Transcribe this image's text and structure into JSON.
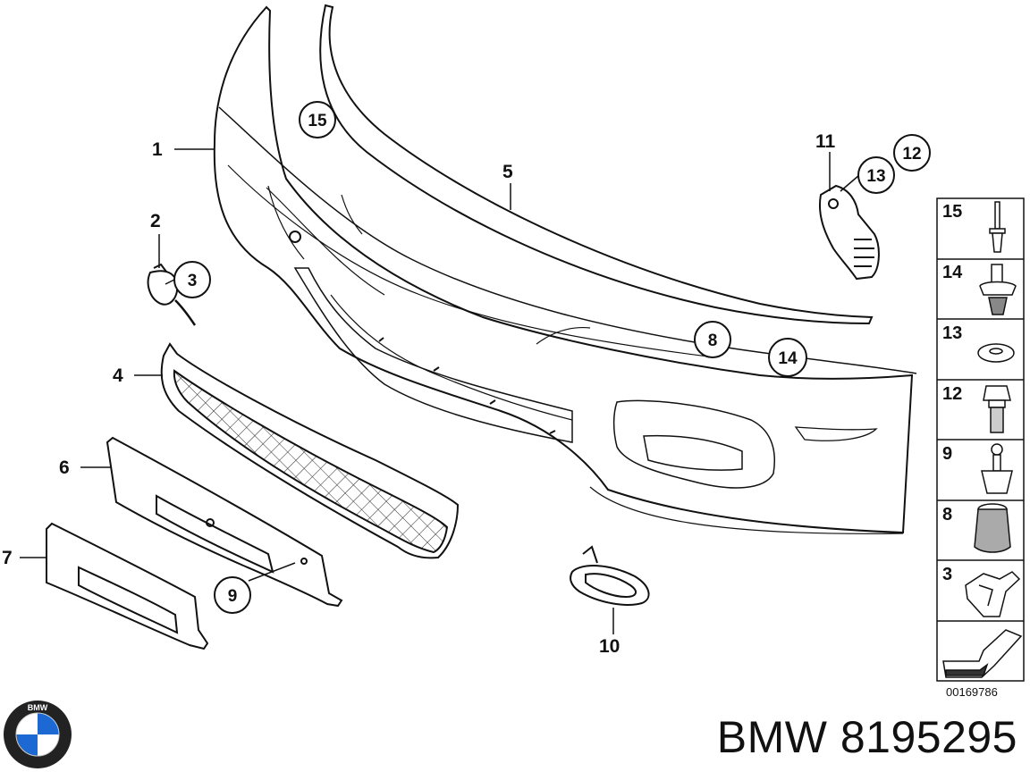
{
  "diagram": {
    "callouts": {
      "c1": "1",
      "c2": "2",
      "c3": "3",
      "c4": "4",
      "c5": "5",
      "c6": "6",
      "c7": "7",
      "c8": "8",
      "c9": "9",
      "c10": "10",
      "c11": "11",
      "c12": "12",
      "c13": "13",
      "c14": "14",
      "c15": "15"
    },
    "side_panel": [
      "15",
      "14",
      "13",
      "12",
      "9",
      "8",
      "3"
    ],
    "reference_code": "00169786"
  },
  "brand": {
    "logo_letters": "BMW",
    "caption": "BMW 8195295"
  }
}
